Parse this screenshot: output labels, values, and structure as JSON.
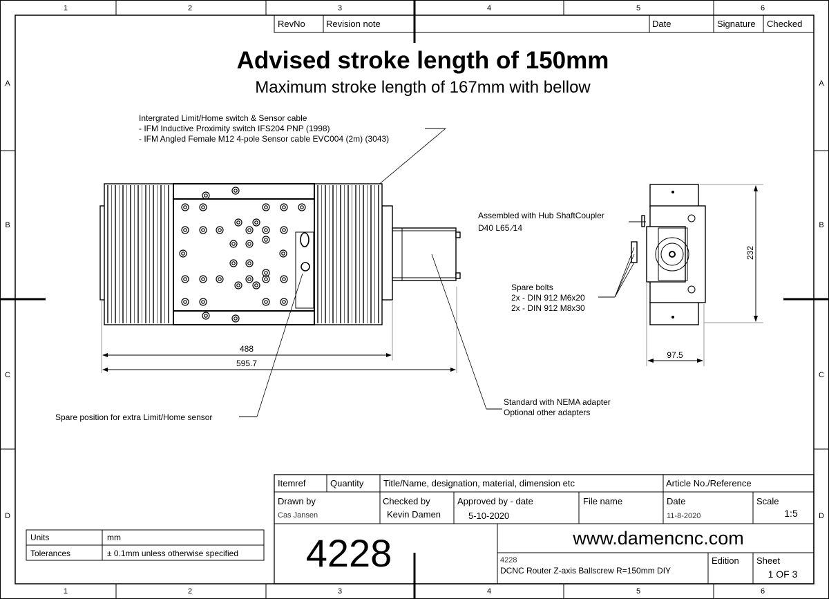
{
  "frame": {
    "columns": [
      "1",
      "2",
      "3",
      "4",
      "5",
      "6"
    ],
    "rows": [
      "A",
      "B",
      "C",
      "D"
    ]
  },
  "revision_header": {
    "revno": "RevNo",
    "revision_note": "Revision note",
    "date": "Date",
    "signature": "Signature",
    "checked": "Checked"
  },
  "title": {
    "main": "Advised stroke length of 150mm",
    "subtitle": "Maximum stroke length of 167mm with bellow"
  },
  "annotations": {
    "sensor": [
      "Intergrated Limit/Home switch & Sensor cable",
      "- IFM Inductive Proximity switch IFS204 PNP (1998)",
      "- IFM Angled Female M12 4-pole Sensor cable EVC004 (2m) (3043)"
    ],
    "coupler": [
      "Assembled with Hub ShaftCoupler",
      "D40 L65  ∕14"
    ],
    "spare_bolts": [
      "Spare bolts",
      "2x - DIN 912 M6x20",
      "2x - DIN 912 M8x30"
    ],
    "spare_position": "Spare position for extra Limit/Home sensor",
    "adapter": [
      "Standard with NEMA adapter",
      "Optional other adapters"
    ]
  },
  "dimensions": {
    "length_inner": "488",
    "length_total": "595.7",
    "height": "232",
    "width": "97.5"
  },
  "units_box": {
    "units_label": "Units",
    "units_value": "mm",
    "tolerances_label": "Tolerances",
    "tolerances_value": "± 0.1mm unless otherwise specified"
  },
  "title_block": {
    "itemref": "Itemref",
    "quantity": "Quantity",
    "title_name": "Title/Name, designation, material, dimension etc",
    "article": "Article No./Reference",
    "drawn_by_label": "Drawn by",
    "drawn_by": "Cas Jansen",
    "checked_by_label": "Checked by",
    "checked_by": "Kevin Damen",
    "approved_label": "Approved by - date",
    "approved_date": "5-10-2020",
    "file_name_label": "File name",
    "date_label": "Date",
    "date": "11-8-2020",
    "scale_label": "Scale",
    "scale": "1:5",
    "drawing_number": "4228",
    "website": "www.damencnc.com",
    "part_number": "4228",
    "description": "DCNC Router Z-axis Ballscrew R=150mm DIY",
    "edition_label": "Edition",
    "sheet_label": "Sheet",
    "sheet": "1 OF 3"
  }
}
